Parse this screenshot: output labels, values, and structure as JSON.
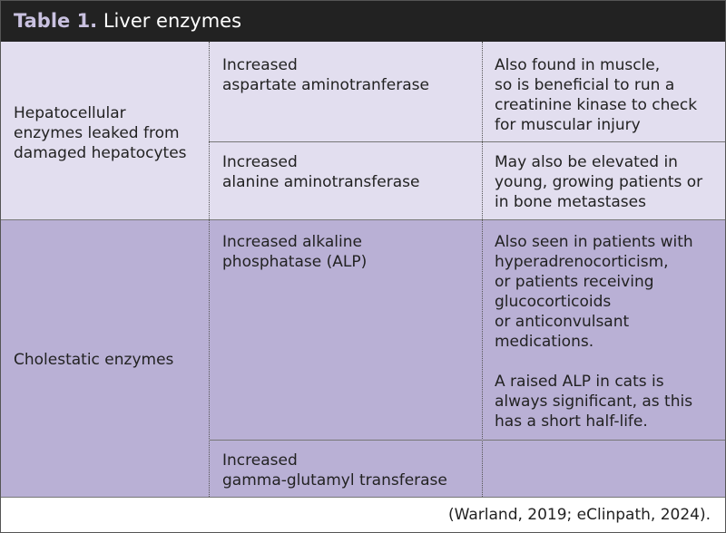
{
  "title": {
    "label": "Table 1.",
    "text": "Liver enzymes"
  },
  "colors": {
    "title_bg": "#222222",
    "title_label": "#c9c1e0",
    "section1_bg": "#e2deef",
    "section2_bg": "#b9b0d5"
  },
  "sections": [
    {
      "category": "Hepatocellular\nenzymes leaked from\ndamaged hepatocytes",
      "rows": [
        {
          "enzyme": "Increased\naspartate aminotranferase",
          "note": "Also found in muscle,\nso is beneficial to run a\ncreatinine kinase to check\nfor muscular injury"
        },
        {
          "enzyme": "Increased\nalanine aminotransferase",
          "note": "May also be elevated in\nyoung, growing patients or\nin bone metastases"
        }
      ]
    },
    {
      "category": "Cholestatic enzymes",
      "rows": [
        {
          "enzyme": "Increased alkaline\nphosphatase (ALP)",
          "note": "Also seen in patients with\nhyperadrenocorticism,\nor patients receiving\nglucocorticoids\nor anticonvulsant\nmedications.\n\nA raised ALP in cats is\nalways significant, as this\nhas a short half-life."
        },
        {
          "enzyme": "Increased\ngamma-glutamyl transferase",
          "note": ""
        }
      ]
    }
  ],
  "footer": "(Warland, 2019; eClinpath, 2024)."
}
